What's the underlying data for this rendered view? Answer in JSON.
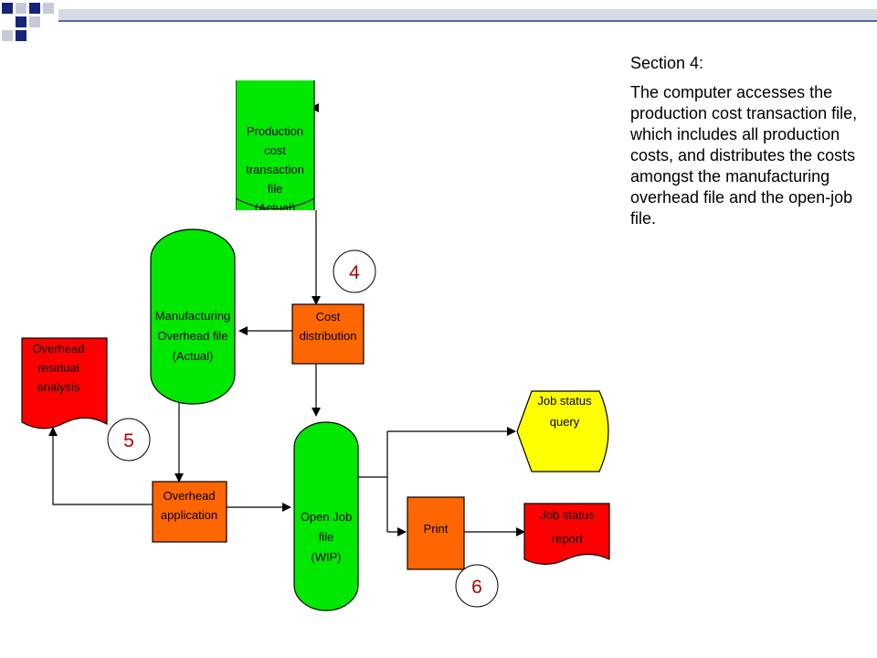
{
  "section_title": "Section 4:",
  "section_body": "The computer accesses the production cost transaction file, which includes all production costs, and distributes the costs amongst the manufacturing overhead file and the open-job file.",
  "colors": {
    "storage": "#00e800",
    "process": "#ff6600",
    "document": "#ff0000",
    "query": "#ffff00",
    "header_dark": "#16257a",
    "header_light": "#c6cad6",
    "stripe": "#5a66a0",
    "marker_text": "#b00000"
  },
  "icons": [
    "corner-squares-icon",
    "arrow-icon"
  ],
  "nodes": {
    "production_file": [
      "Production",
      "cost",
      "transaction",
      "file",
      "(Actual)"
    ],
    "overhead_file": [
      "Manufacturing",
      "Overhead file",
      "(Actual)"
    ],
    "cost_distribution": [
      "Cost",
      "distribution"
    ],
    "residual_analysis": [
      "Overhead",
      "residual",
      "analysis"
    ],
    "overhead_application": [
      "Overhead",
      "application"
    ],
    "open_job_file": [
      "Open Job",
      "file",
      "(WIP)"
    ],
    "job_status_query": [
      "Job status",
      "query"
    ],
    "print": [
      "Print"
    ],
    "job_status_report": [
      "Job status",
      "report"
    ]
  },
  "markers": [
    "4",
    "5",
    "6"
  ]
}
